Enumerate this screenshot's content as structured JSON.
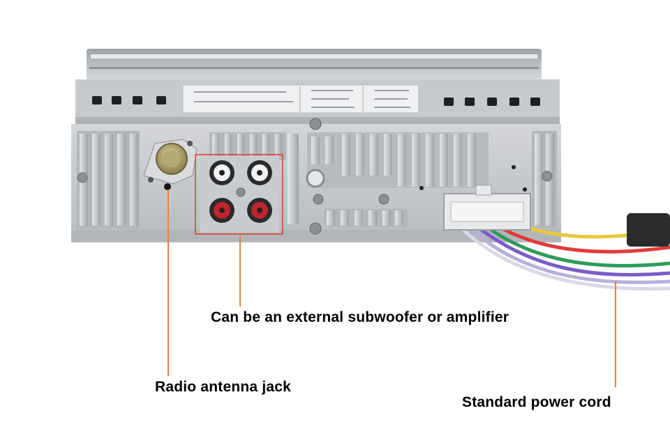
{
  "annotations": {
    "subwoofer_label": "Can be an external subwoofer or amplifier",
    "antenna_label": "Radio antenna jack",
    "power_label": "Standard power cord"
  },
  "colors": {
    "pointer_line": "#e8833a",
    "highlight_box": "#e03a2a",
    "chassis": "#c9cccf",
    "rca_red": "#c0242c",
    "rca_white": "#f2f2f2"
  },
  "cable_colors": [
    "#7a5cc8",
    "#2e9c5a",
    "#e8c93a",
    "#e23a3a",
    "#b9b0d8",
    "#d9d9e6"
  ]
}
